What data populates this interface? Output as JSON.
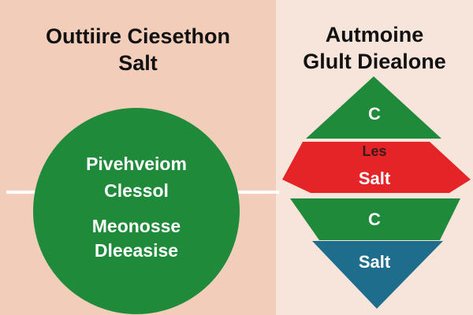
{
  "left_panel": {
    "title_line1": "Outtiire Ciesethon",
    "title_line2": "Salt",
    "circle": {
      "line1": "Pivehveiom",
      "line2": "Clessol",
      "line3": "Meonosse",
      "line4": "Dleeasise"
    }
  },
  "right_panel": {
    "title_line1": "Autmoine",
    "title_line2": "Glult Diealone",
    "shapes": [
      {
        "label": "C",
        "shape": "triangle-up",
        "color": "#1e8a3a"
      },
      {
        "label_top": "Les",
        "label_bottom": "Salt",
        "shape": "trapezoid-bowtie",
        "color": "#e52427"
      },
      {
        "label": "C",
        "shape": "trapezoid-down",
        "color": "#1e8a3a"
      },
      {
        "label": "Salt",
        "shape": "triangle-down",
        "color": "#1f6d8c"
      }
    ]
  },
  "colors": {
    "green": "#1e8a3a",
    "red": "#e52427",
    "blue": "#1f6d8c",
    "left_bg": "#f2cdb9",
    "right_bg": "#f7e4da"
  }
}
